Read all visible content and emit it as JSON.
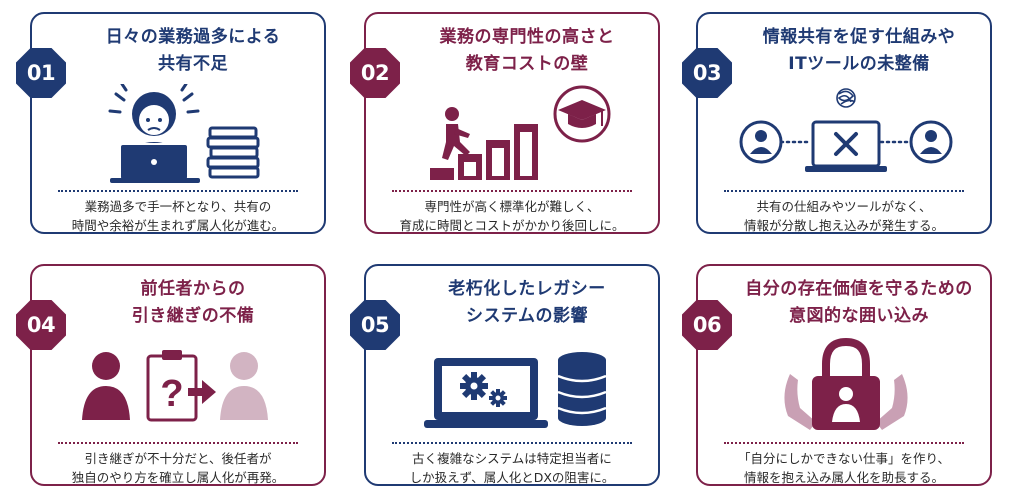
{
  "cards": [
    {
      "number": "01",
      "title": [
        "日々の業務過多による",
        "共有不足"
      ],
      "description": [
        "業務過多で手一杯となり、共有の",
        "時間や余裕が生まれず属人化が進む。"
      ],
      "theme": "#1f3a73",
      "illustration": "overworked-person-icon"
    },
    {
      "number": "02",
      "title": [
        "業務の専門性の高さと",
        "教育コストの壁"
      ],
      "description": [
        "専門性が高く標準化が難しく、",
        "育成に時間とコストがかかり後回しに。"
      ],
      "theme": "#7d2149",
      "illustration": "stairs-graduation-icon"
    },
    {
      "number": "03",
      "title": [
        "情報共有を促す仕組みや",
        "ITツールの未整備"
      ],
      "description": [
        "共有の仕組みやツールがなく、",
        "情報が分散し抱え込みが発生する。"
      ],
      "theme": "#1f3a73",
      "illustration": "disconnected-users-icon"
    },
    {
      "number": "04",
      "title": [
        "前任者からの",
        "引き継ぎの不備"
      ],
      "description": [
        "引き継ぎが不十分だと、後任者が",
        "独自のやり方を確立し属人化が再発。"
      ],
      "theme": "#7d2149",
      "illustration": "handover-clipboard-icon"
    },
    {
      "number": "05",
      "title": [
        "老朽化したレガシー",
        "システムの影響"
      ],
      "description": [
        "古く複雑なシステムは特定担当者に",
        "しか扱えず、属人化とDXの阻害に。"
      ],
      "theme": "#1f3a73",
      "illustration": "legacy-system-icon"
    },
    {
      "number": "06",
      "title": [
        "自分の存在価値を守るための",
        "意図的な囲い込み"
      ],
      "description": [
        "「自分にしかできない仕事」を作り、",
        "情報を抱え込み属人化を助長する。"
      ],
      "theme": "#7d2149",
      "illustration": "padlock-hands-icon"
    }
  ]
}
